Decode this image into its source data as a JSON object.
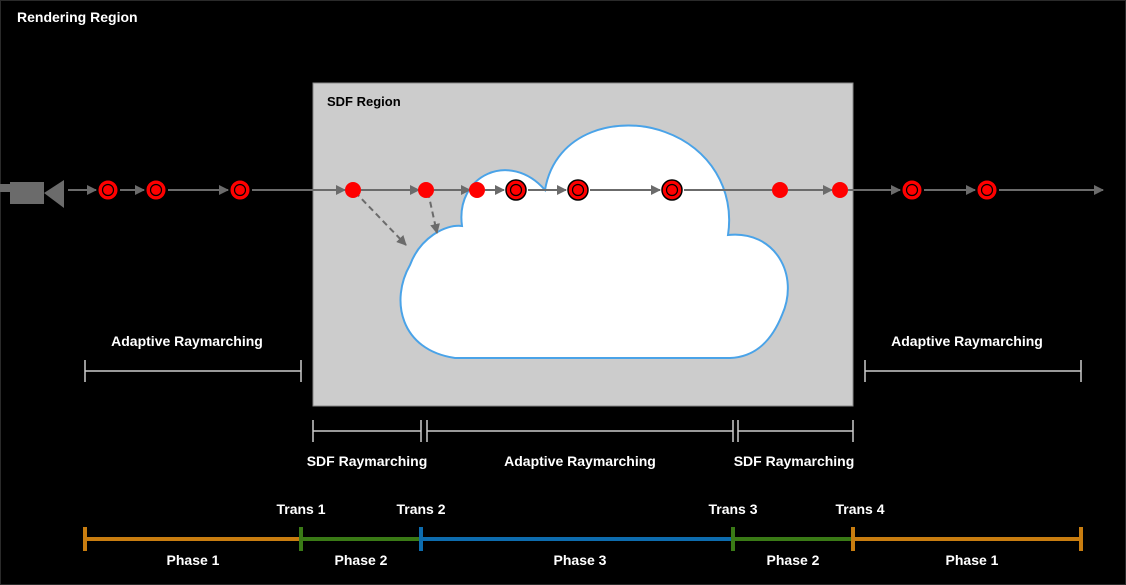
{
  "title": "Rendering Region",
  "sdf_region_label": "SDF Region",
  "upper_segments": [
    {
      "label": "Adaptive Raymarching"
    },
    {
      "label": "Adaptive Raymarching"
    }
  ],
  "lower_segments": [
    {
      "label": "SDF Raymarching"
    },
    {
      "label": "Adaptive Raymarching"
    },
    {
      "label": "SDF Raymarching"
    }
  ],
  "transitions": [
    {
      "label": "Trans 1"
    },
    {
      "label": "Trans 2"
    },
    {
      "label": "Trans 3"
    },
    {
      "label": "Trans 4"
    }
  ],
  "phases": [
    {
      "label": "Phase 1",
      "color": "#c87d10"
    },
    {
      "label": "Phase 2",
      "color": "#3a7a16"
    },
    {
      "label": "Phase 3",
      "color": "#0d6cae"
    },
    {
      "label": "Phase 2",
      "color": "#3a7a16"
    },
    {
      "label": "Phase 1",
      "color": "#c87d10"
    }
  ],
  "colors": {
    "background": "#000000",
    "sdf_region_fill": "#cccccc",
    "cloud_fill": "#ffffff",
    "cloud_stroke": "#4aa3e8",
    "ray": "#6b6b6b",
    "sample": "#ff0000"
  },
  "icons": [
    "camera-icon"
  ]
}
